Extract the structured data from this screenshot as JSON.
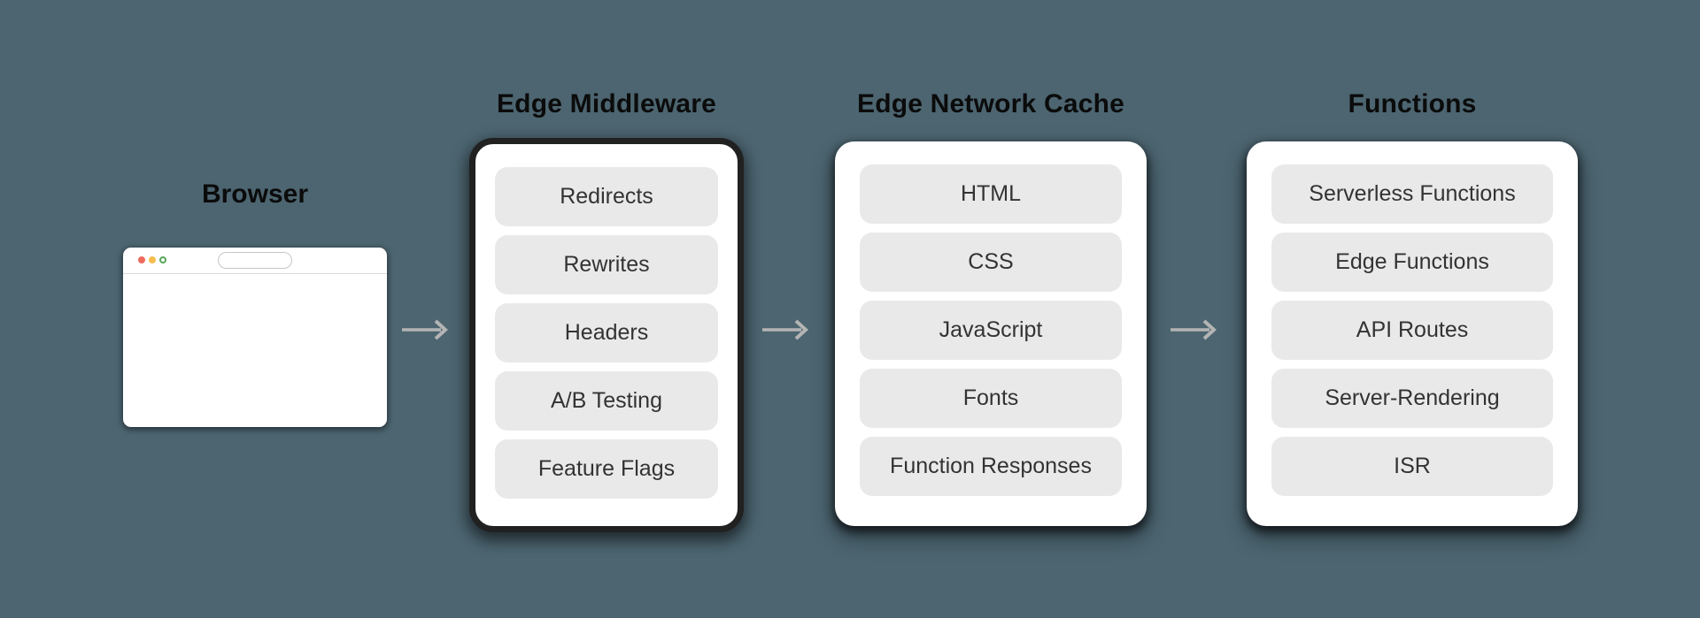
{
  "colors": {
    "background": "#4c6570",
    "card_background": "#ffffff",
    "item_background": "#e9e9e9",
    "item_text": "#333333",
    "title_text": "#0b0b0b",
    "card_border": "#212121",
    "arrow": "#b4b4b4",
    "traffic_light_red": "#ee6a5f",
    "traffic_light_yellow": "#f5bd4f",
    "traffic_light_green": "#57a65b"
  },
  "browser": {
    "label": "Browser",
    "url_bar_value": ""
  },
  "columns": [
    {
      "title": "Edge Middleware",
      "items": [
        "Redirects",
        "Rewrites",
        "Headers",
        "A/B Testing",
        "Feature Flags"
      ]
    },
    {
      "title": "Edge Network Cache",
      "items": [
        "HTML",
        "CSS",
        "JavaScript",
        "Fonts",
        "Function Responses"
      ]
    },
    {
      "title": "Functions",
      "items": [
        "Serverless Functions",
        "Edge Functions",
        "API Routes",
        "Server-Rendering",
        "ISR"
      ]
    }
  ]
}
